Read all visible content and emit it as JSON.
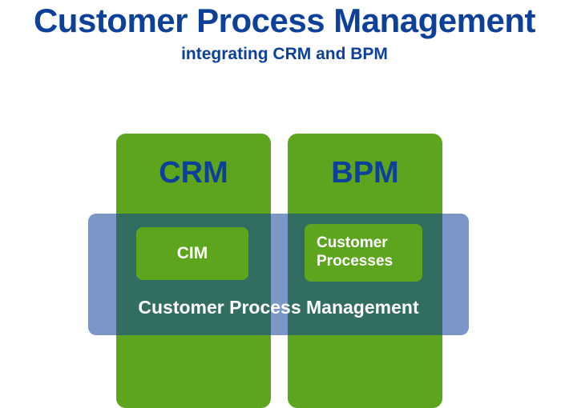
{
  "page": {
    "title": "Customer Process Management",
    "subtitle": "integrating CRM and BPM"
  },
  "diagram": {
    "columns": [
      {
        "label": "CRM",
        "inner_box_label": "CIM"
      },
      {
        "label": "BPM",
        "inner_box_label": "Customer Processes"
      }
    ],
    "band_label": "Customer Process Management",
    "colors": {
      "title_navy": "#0d4199",
      "column_green": "#5ea51e",
      "band_blue_overlay": "rgba(13,65,153,0.55)",
      "inner_text_white": "#ffffff"
    }
  }
}
